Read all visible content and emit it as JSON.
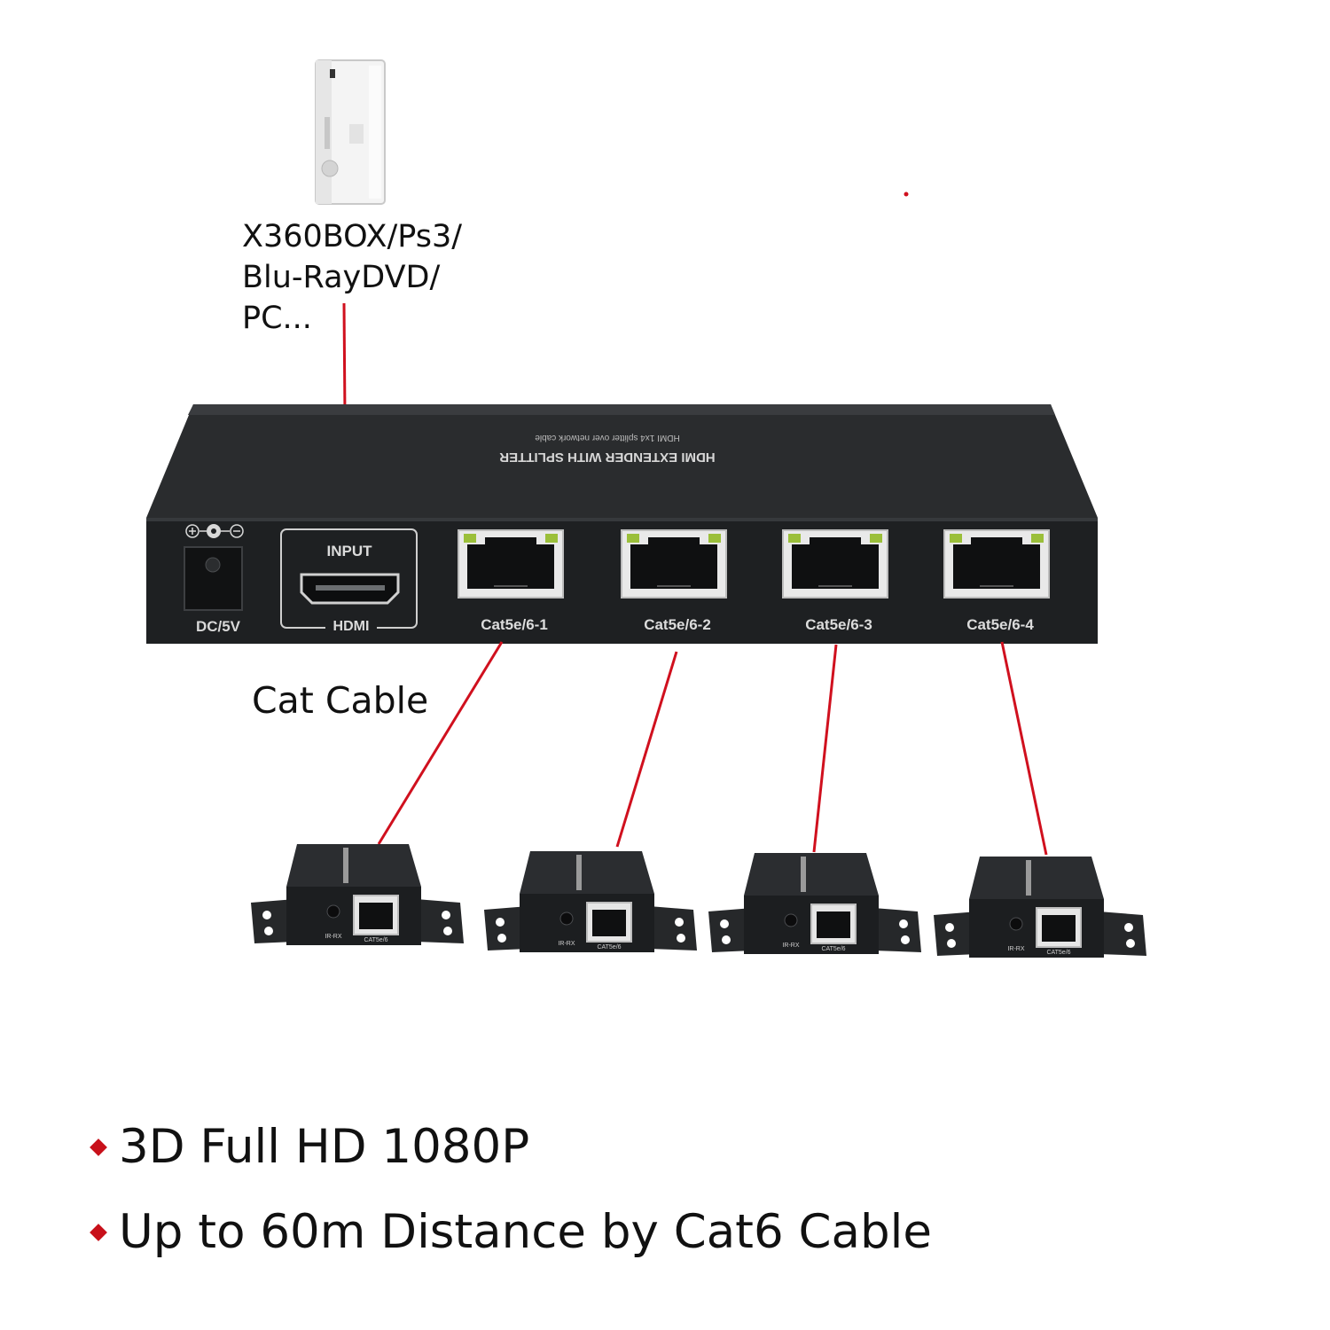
{
  "source": {
    "lines": [
      "X360BOX/Ps3/",
      "Blu-RayDVD/",
      "PC..."
    ],
    "icon": "console-icon"
  },
  "splitter": {
    "top_text": "HDMI EXTENDER WITH SPLITTER",
    "top_subtext": "HDMI 1x4 splitter over network cable",
    "power_label": "DC/5V",
    "input_label": "INPUT",
    "hdmi_label": "HDMI",
    "ports": [
      "Cat5e/6-1",
      "Cat5e/6-2",
      "Cat5e/6-3",
      "Cat5e/6-4"
    ]
  },
  "cable_label": "Cat Cable",
  "receivers": [
    {
      "ir_label": "IR-RX",
      "port_label": "CAT5e/6"
    },
    {
      "ir_label": "IR-RX",
      "port_label": "CAT5e/6"
    },
    {
      "ir_label": "IR-RX",
      "port_label": "CAT5e/6"
    },
    {
      "ir_label": "IR-RX",
      "port_label": "CAT5e/6"
    }
  ],
  "features": [
    "3D Full HD 1080P",
    "Up to 60m Distance by Cat6 Cable"
  ],
  "colors": {
    "cable": "#d0101e",
    "device": "#1f2123",
    "bullet": "#c8101a"
  }
}
